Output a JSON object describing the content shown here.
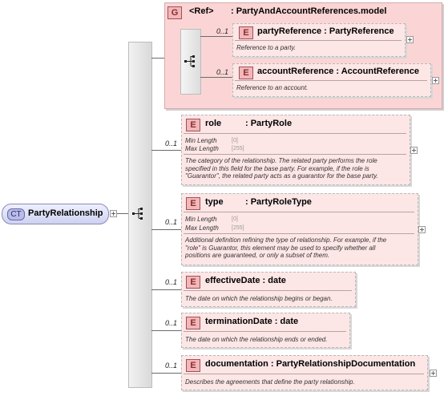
{
  "root": {
    "badge": "CT",
    "name": "PartyRelationship"
  },
  "group": {
    "badge": "G",
    "ref_label": "<Ref>",
    "ref_name": ": PartyAndAccountReferences.model",
    "items": [
      {
        "occurs": "0..1",
        "badge": "E",
        "name": "partyReference : PartyReference",
        "doc": "Reference to a party."
      },
      {
        "occurs": "0..1",
        "badge": "E",
        "name": "accountReference : AccountReference",
        "doc": "Reference to an account."
      }
    ]
  },
  "elements": {
    "role": {
      "occurs": "0..1",
      "badge": "E",
      "name": "role",
      "type": ": PartyRole",
      "facets": [
        {
          "key": "Min Length",
          "value": "[0]"
        },
        {
          "key": "Max Length",
          "value": "[255]"
        }
      ],
      "doc": [
        "The category of the relationship. The related party performs the role",
        "specified in this field for the base party. For example, if the role is",
        "\"Guarantor\", the related party acts as a guarantor for the base party."
      ]
    },
    "type": {
      "occurs": "0..1",
      "badge": "E",
      "name": "type",
      "type": ": PartyRoleType",
      "facets": [
        {
          "key": "Min Length",
          "value": "[0]"
        },
        {
          "key": "Max Length",
          "value": "[255]"
        }
      ],
      "doc": [
        "Additional definition refining the type of relationship. For example, if the",
        "\"role\" is Guarantor, this element may be used to specify whether all",
        "positions are guaranteed, or only a subset of them."
      ]
    },
    "effectiveDate": {
      "occurs": "0..1",
      "badge": "E",
      "name": "effectiveDate : date",
      "doc": "The date on which the relationship begins or began."
    },
    "terminationDate": {
      "occurs": "0..1",
      "badge": "E",
      "name": "terminationDate : date",
      "doc": "The date on which the relationship ends or ended."
    },
    "documentation": {
      "occurs": "0..1",
      "badge": "E",
      "name": "documentation : PartyRelationshipDocumentation",
      "doc": "Describes the agreements that define the party relationship."
    }
  },
  "colors": {
    "element_fill": "#fde6e6",
    "group_fill": "#fbd5d5",
    "badge_fill": "#f2b8b8",
    "ct_fill": "#d5d5f5"
  }
}
